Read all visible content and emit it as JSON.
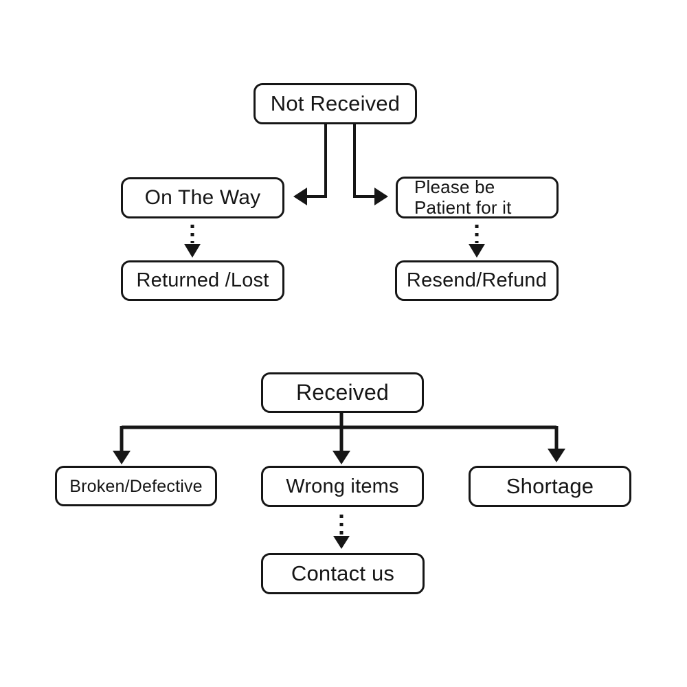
{
  "page": {
    "background": "#ffffff"
  },
  "colors": {
    "line": "#161616",
    "text": "#161616",
    "node_fill": "#ffffff"
  },
  "diagram": {
    "type": "flowchart",
    "nodes": {
      "not_received": {
        "label": "Not Received"
      },
      "on_the_way": {
        "label": "On The Way"
      },
      "please_be_patient": {
        "label": "Please be\nPatient for it"
      },
      "returned_lost": {
        "label": "Returned /Lost"
      },
      "resend_refund": {
        "label": "Resend/Refund"
      },
      "received": {
        "label": "Received"
      },
      "broken_defective": {
        "label": "Broken/Defective"
      },
      "wrong_items": {
        "label": "Wrong items"
      },
      "shortage": {
        "label": "Shortage"
      },
      "contact_us": {
        "label": "Contact us"
      }
    },
    "edges": [
      {
        "from": "not_received",
        "to": "on_the_way",
        "style": "solid-elbow-arrow"
      },
      {
        "from": "not_received",
        "to": "please_be_patient",
        "style": "solid-elbow-arrow"
      },
      {
        "from": "on_the_way",
        "to": "returned_lost",
        "style": "dotted-arrow"
      },
      {
        "from": "please_be_patient",
        "to": "resend_refund",
        "style": "dotted-arrow"
      },
      {
        "from": "received",
        "to": "broken_defective",
        "style": "solid-elbow-arrow"
      },
      {
        "from": "received",
        "to": "wrong_items",
        "style": "solid-arrow"
      },
      {
        "from": "received",
        "to": "shortage",
        "style": "solid-elbow-arrow"
      },
      {
        "from": "wrong_items",
        "to": "contact_us",
        "style": "dotted-arrow"
      }
    ]
  }
}
